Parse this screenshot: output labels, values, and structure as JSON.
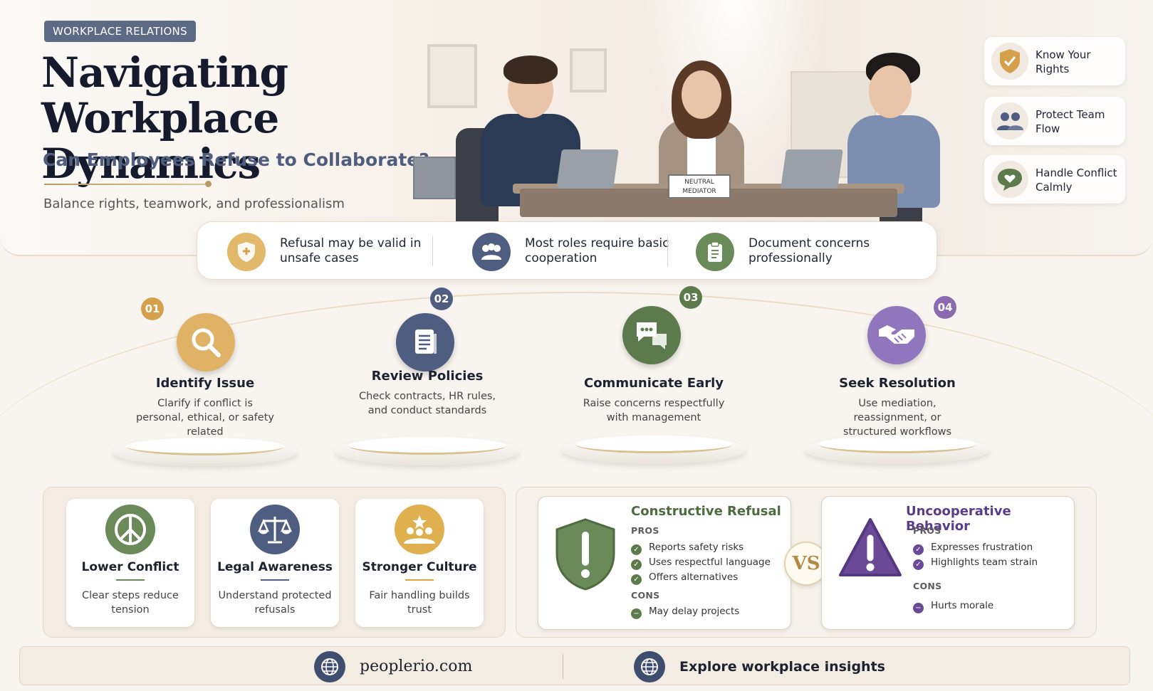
{
  "hero": {
    "tag": "WORKPLACE RELATIONS",
    "title_line1": "Navigating",
    "title_line2": "Workplace Dynamics",
    "subtitle": "Can Employees Refuse to Collaborate?",
    "tagline": "Balance rights, teamwork, and professionalism",
    "nameplate_line1": "NEUTRAL",
    "nameplate_line2": "MEDIATOR"
  },
  "features": [
    {
      "label": "Know Your Rights",
      "icon": "shield-check-icon",
      "color": "#c9963a"
    },
    {
      "label": "Protect Team Flow",
      "icon": "team-icon",
      "color": "#4f5d80"
    },
    {
      "label": "Handle Conflict Calmly",
      "icon": "chat-heart-icon",
      "color": "#5d7a4c"
    }
  ],
  "key_points": [
    {
      "label": "Refusal may be valid in unsafe cases",
      "icon": "shield-plus-icon",
      "color": "#c9963a"
    },
    {
      "label": "Most roles require basic cooperation",
      "icon": "group-icon",
      "color": "#4f5d80"
    },
    {
      "label": "Document concerns professionally",
      "icon": "clipboard-icon",
      "color": "#5d7a4c"
    }
  ],
  "steps": [
    {
      "num": "01",
      "title": "Identify Issue",
      "desc": "Clarify if conflict is personal, ethical, or safety related",
      "icon": "magnifier-icon",
      "color": "#d4a04c"
    },
    {
      "num": "02",
      "title": "Review Policies",
      "desc": "Check contracts, HR rules, and conduct standards",
      "icon": "document-icon",
      "color": "#4f5d80"
    },
    {
      "num": "03",
      "title": "Communicate Early",
      "desc": "Raise concerns respectfully with management",
      "icon": "chat-icon",
      "color": "#5d7a4c"
    },
    {
      "num": "04",
      "title": "Seek Resolution",
      "desc": "Use mediation, reassignment, or structured workflows",
      "icon": "handshake-icon",
      "color": "#8a6bb0"
    }
  ],
  "benefits": [
    {
      "title": "Lower Conflict",
      "desc": "Clear steps reduce tension",
      "icon": "peace-icon",
      "color": "#6b8a5a"
    },
    {
      "title": "Legal Awareness",
      "desc": "Understand protected refusals",
      "icon": "scales-icon",
      "color": "#4f5d80"
    },
    {
      "title": "Stronger Culture",
      "desc": "Fair handling builds trust",
      "icon": "team-star-icon",
      "color": "#d9a441"
    }
  ],
  "comparison": {
    "vs": "VS",
    "constructive": {
      "title": "Constructive Refusal",
      "pros_label": "PROS",
      "pros": [
        "Reports safety risks",
        "Uses respectful language",
        "Offers alternatives"
      ],
      "cons_label": "CONS",
      "cons": [
        "May delay projects"
      ],
      "color": "#5d7a4c"
    },
    "uncooperative": {
      "title": "Uncooperative Behavior",
      "pros_label": "PROS",
      "pros": [
        "Expresses frustration",
        "Highlights team strain"
      ],
      "cons_label": "CONS",
      "cons": [
        "Hurts morale"
      ],
      "color": "#6a4a96"
    }
  },
  "footer": {
    "site": "peoplerio.com",
    "cta": "Explore workplace insights"
  }
}
